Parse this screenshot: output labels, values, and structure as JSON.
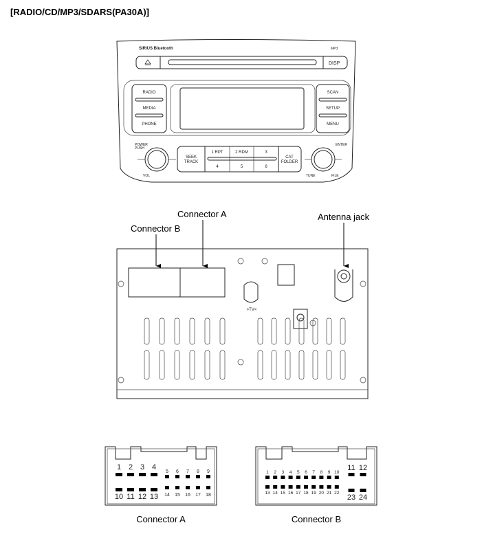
{
  "title": "[RADIO/CD/MP3/SDARS(PA30A)]",
  "front_panel": {
    "brand_left": "SIRIUS Bluetooth",
    "brand_right": "MP3",
    "eject_icon": "eject-icon",
    "disp": "DISP",
    "left_buttons": [
      "RADIO",
      "MEDIA",
      "PHONE"
    ],
    "right_buttons": [
      "SCAN",
      "SETUP",
      "MENU"
    ],
    "power_label": [
      "POWER",
      "PUSH"
    ],
    "vol_label": "VOL",
    "enter_label": "ENTER",
    "tune_label": "TUNE",
    "file_label": "FILE",
    "seek_label": [
      "SEEK",
      "TRACK"
    ],
    "cat_label": [
      "CAT",
      "FOLDER"
    ],
    "presets": [
      "1 RPT",
      "2 RDM",
      "3",
      "4",
      "5",
      "6"
    ]
  },
  "rear_view": {
    "callouts": {
      "connector_a": "Connector A",
      "connector_b": "Connector B",
      "antenna": "Antenna jack"
    }
  },
  "connector_a": {
    "caption": "Connector A",
    "top_large": [
      "1",
      "2",
      "3",
      "4"
    ],
    "top_small": [
      "5",
      "6",
      "7",
      "8",
      "9"
    ],
    "bottom_large": [
      "10",
      "11",
      "12",
      "13"
    ],
    "bottom_small": [
      "14",
      "15",
      "16",
      "17",
      "18"
    ]
  },
  "connector_b": {
    "caption": "Connector B",
    "top_small": [
      "1",
      "2",
      "3",
      "4",
      "5",
      "6",
      "7",
      "8",
      "9",
      "10"
    ],
    "bottom_small": [
      "13",
      "14",
      "15",
      "16",
      "17",
      "18",
      "19",
      "20",
      "21",
      "22"
    ],
    "top_large": [
      "11",
      "12"
    ],
    "bottom_large": [
      "23",
      "24"
    ]
  }
}
